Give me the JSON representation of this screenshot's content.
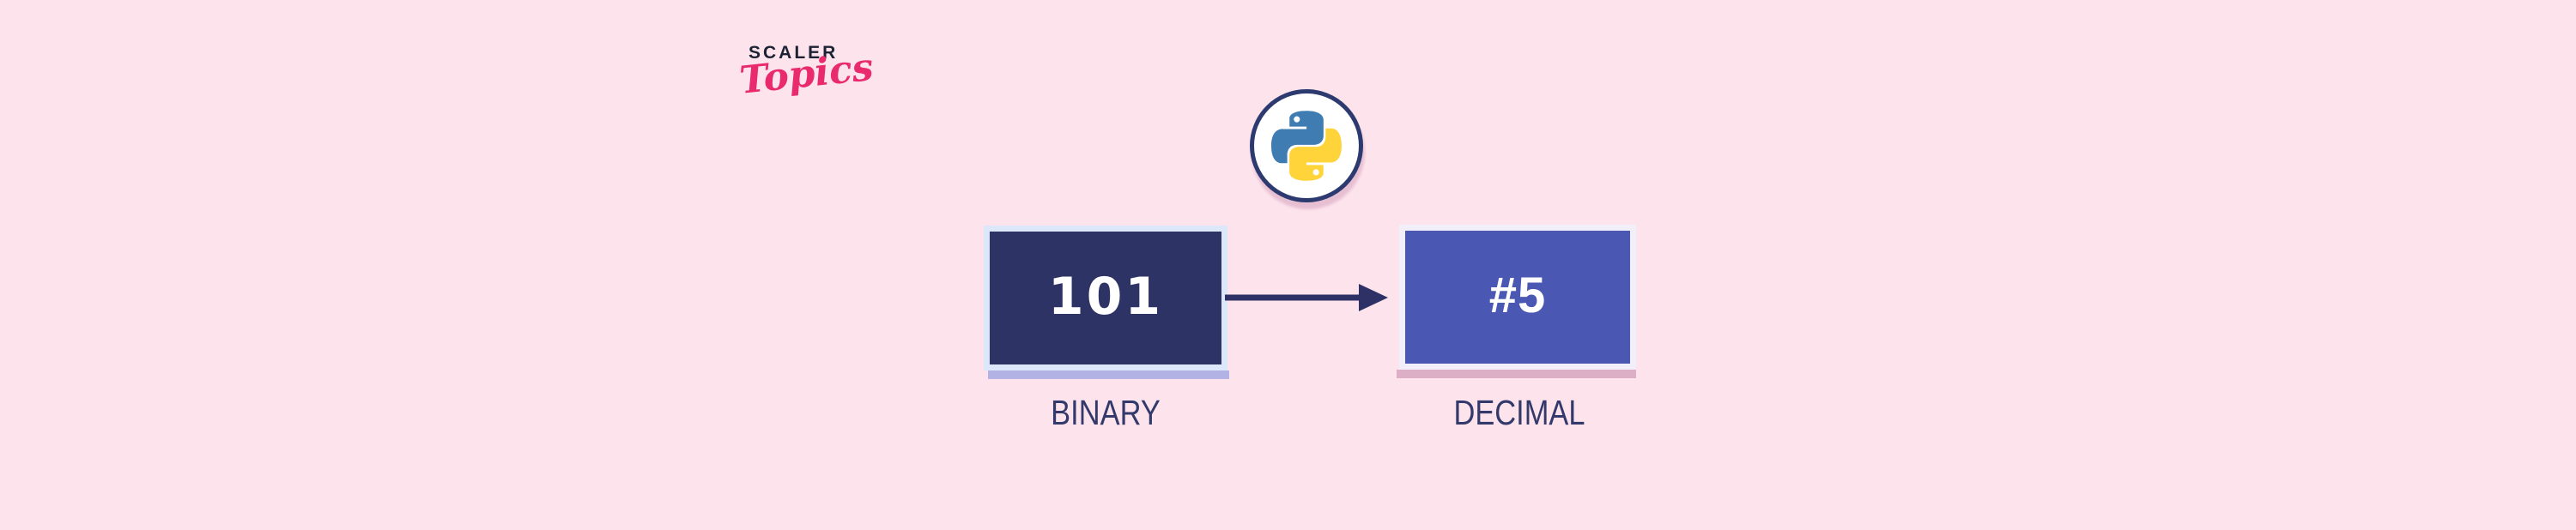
{
  "page": {
    "background_color": "#fde4ec",
    "accent_navy": "#2e3166",
    "accent_indigo": "#4a58b4",
    "accent_pink": "#e92a6d"
  },
  "logo": {
    "primary": "SCALER",
    "secondary": "Topics",
    "primary_color": "#1c2233",
    "secondary_color": "#e92a6d"
  },
  "badge": {
    "icon": "python-logo",
    "ring_color": "#2c3a70",
    "python_blue": "#3e7cb1",
    "python_yellow": "#ffd43b"
  },
  "flow": {
    "source": {
      "value": "101",
      "label": "BINARY",
      "fill": "#2e3365",
      "border": "#dce7fa",
      "shadow": "#b3b2e4"
    },
    "arrow": {
      "direction": "right",
      "color": "#2e3166"
    },
    "target": {
      "value": "#5",
      "label": "DECIMAL",
      "fill": "#4a58b4",
      "border": "#f2effb",
      "shadow": "#ddafc6"
    }
  }
}
